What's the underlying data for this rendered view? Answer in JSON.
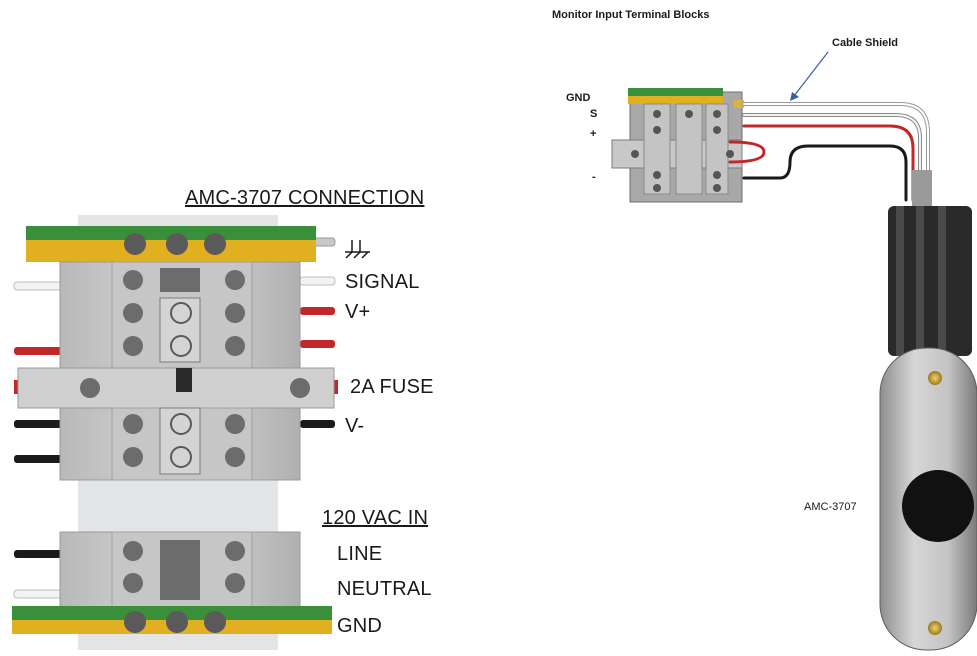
{
  "left_panel": {
    "title": "AMC-3707 CONNECTION",
    "ground_symbol": "ground-symbol",
    "signal_label": "SIGNAL",
    "vplus_label": "V+",
    "fuse_label": "2A FUSE",
    "vminus_label": "V-",
    "ac_title": "120 VAC IN",
    "line_label": "LINE",
    "neutral_label": "NEUTRAL",
    "gnd_label": "GND"
  },
  "right_panel": {
    "title": "Monitor Input Terminal Blocks",
    "cable_shield_label": "Cable Shield",
    "gnd_label": "GND",
    "s_label": "S",
    "plus_label": "+",
    "minus_label": "-",
    "device_label": "AMC-3707"
  },
  "colors": {
    "terminal_gray": "#c9c9c9",
    "terminal_dark": "#8a8a8a",
    "ground_green": "#3a8f3a",
    "ground_yellow": "#e0b020",
    "wire_red": "#c0282a",
    "wire_black": "#1a1a1a",
    "wire_white": "#f2f2f2",
    "arrow_blue": "#3a5fa8"
  }
}
